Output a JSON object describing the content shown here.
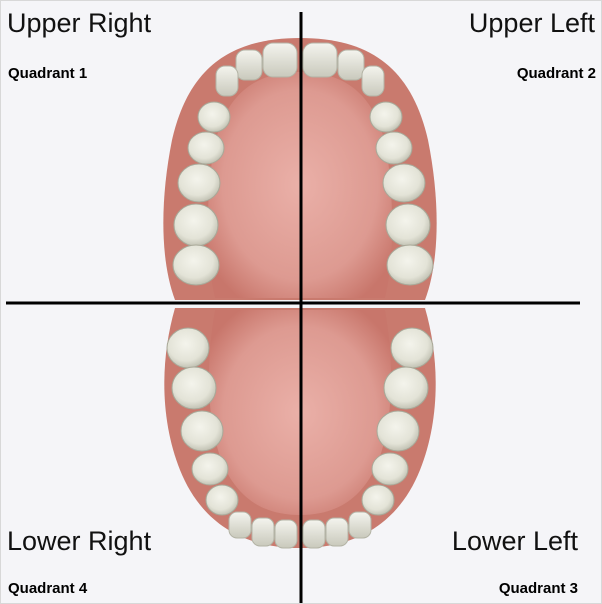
{
  "quadrants": {
    "upper_right": {
      "title": "Upper Right",
      "label": "Quadrant 1"
    },
    "upper_left": {
      "title": "Upper Left",
      "label": "Quadrant 2"
    },
    "lower_right": {
      "title": "Lower Right",
      "label": "Quadrant 4"
    },
    "lower_left": {
      "title": "Lower Left",
      "label": "Quadrant 3"
    }
  },
  "colors": {
    "background": "#f5f5f8",
    "gum_outer": "#c77468",
    "gum_inner": "#e3a199",
    "tooth": "#e9e9df",
    "tooth_shadow": "#bdbdae",
    "divider": "#000000"
  }
}
